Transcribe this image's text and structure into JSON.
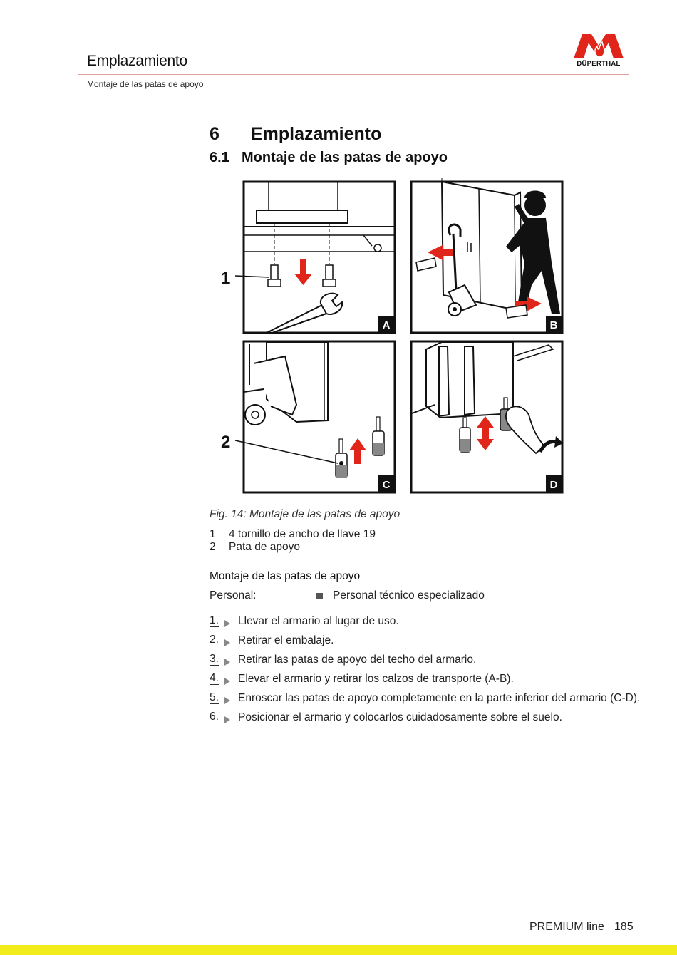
{
  "header": {
    "title": "Emplazamiento",
    "subtitle": "Montaje de las patas de apoyo",
    "brand": "DÜPERTHAL",
    "brand_color": "#e0261b"
  },
  "section": {
    "number": "6",
    "title": "Emplazamiento"
  },
  "subsection": {
    "number": "6.1",
    "title": "Montaje de las patas de apoyo"
  },
  "figure": {
    "panels": [
      "A",
      "B",
      "C",
      "D"
    ],
    "callouts": [
      "1",
      "2"
    ],
    "caption": "Fig. 14: Montaje de las patas de apoyo",
    "legend": [
      {
        "num": "1",
        "text": "4 tornillo de ancho de llave 19"
      },
      {
        "num": "2",
        "text": "Pata de apoyo"
      }
    ]
  },
  "procedure": {
    "title": "Montaje de las patas de apoyo",
    "personal_label": "Personal:",
    "personal_value": "Personal técnico especializado",
    "steps": [
      {
        "num": "1.",
        "text": "Llevar el armario al lugar de uso."
      },
      {
        "num": "2.",
        "text": "Retirar el embalaje."
      },
      {
        "num": "3.",
        "text": "Retirar las patas de apoyo del techo del armario."
      },
      {
        "num": "4.",
        "text": "Elevar el armario y retirar los calzos de transporte (A-B)."
      },
      {
        "num": "5.",
        "text": "Enroscar las patas de apoyo completamente en la parte inferior del armario (C-D)."
      },
      {
        "num": "6.",
        "text": "Posicionar el armario y colocarlos cuidadosamente sobre el suelo."
      }
    ]
  },
  "footer": {
    "product": "PREMIUM line",
    "page": "185"
  }
}
